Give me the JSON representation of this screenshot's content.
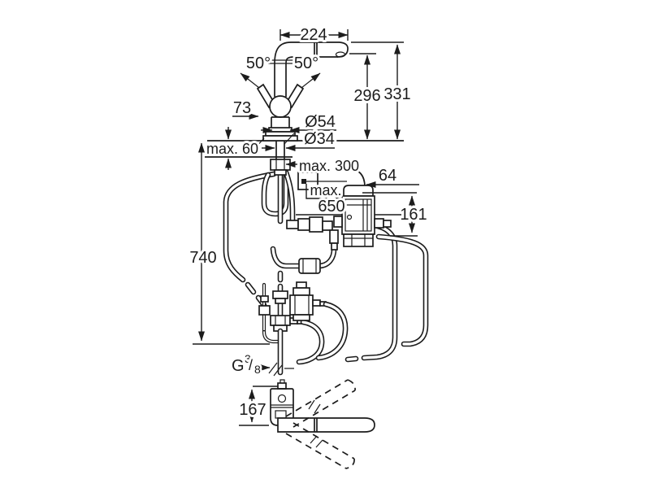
{
  "diagram": {
    "type": "technical-drawing",
    "subject": "kitchen faucet with pull-out spray and under-sink control unit - installation dimensions",
    "units": "mm",
    "line_color": "#1c1c1c",
    "background": "#ffffff",
    "dims": {
      "spout_reach": "224",
      "swivel_left": "50°",
      "swivel_right": "50°",
      "lever_offset": "73",
      "body_diameter": "Ø54",
      "shank_diameter": "Ø34",
      "deck_thickness": "max. 60",
      "socket_distance": "max. 300",
      "hose_length_line1": "max.",
      "hose_length_line2": "650",
      "unit_depth": "64",
      "unit_height": "161",
      "outlet_height": "296",
      "total_height": "331",
      "supply_height": "740",
      "plan_depth": "167",
      "thread_letter": "G",
      "thread_numerator": "3",
      "thread_slash": "/",
      "thread_denominator": "8"
    }
  }
}
